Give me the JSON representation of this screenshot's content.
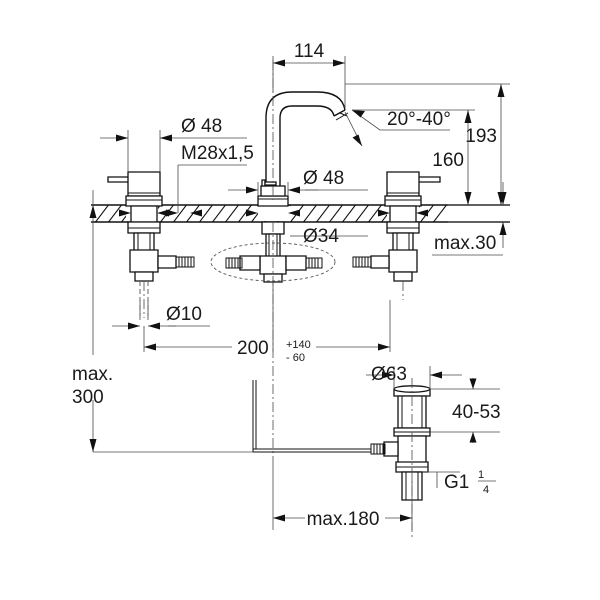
{
  "drawing": {
    "title": "Three-hole basin mixer installation drawing",
    "units": "mm",
    "background_color": "#ffffff",
    "line_color": "#111111",
    "text_color": "#1a1a1a"
  },
  "dimensions": {
    "spout_reach": "114",
    "spout_outlet_angle": "20°-40°",
    "total_height": "193",
    "spout_height": "160",
    "handle_cap_dia": "Ø 48",
    "thread": "M28x1,5",
    "spout_base_dia": "Ø 48",
    "spout_shank_dia": "Ø34",
    "deck_thickness": "max.30",
    "tail_dia": "Ø10",
    "hole_spacing": "200",
    "hole_spacing_tol_upper": "+140",
    "hole_spacing_tol_lower": "- 60",
    "max_drop_label_line1": "max.",
    "max_drop_label_line2": "300",
    "waste_flange_dia": "Ø63",
    "waste_height_range": "40-53",
    "waste_thread": "G1",
    "waste_thread_fraction_num": "1",
    "waste_thread_fraction_den": "4",
    "max_outlet_distance": "max.180"
  }
}
